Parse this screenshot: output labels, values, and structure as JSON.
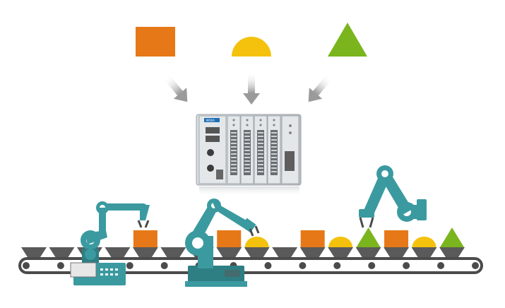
{
  "colors": {
    "orange": "#e67817",
    "yellow": "#f4c20d",
    "green": "#7ab51d",
    "teal": "#3a9aa0",
    "teal_dark": "#2e7f84",
    "belt": "#4b4b4b",
    "cup": "#5a5a5a",
    "arrow": "#9a9a9a",
    "controller_body": "#c9ced3"
  },
  "input_shapes": [
    {
      "shape": "square",
      "color": "orange"
    },
    {
      "shape": "semicircle",
      "color": "yellow"
    },
    {
      "shape": "triangle",
      "color": "green"
    }
  ],
  "controller": {
    "icon": "modular-controller-icon",
    "brand_label": "MOXA",
    "modules": 4
  },
  "conveyor": {
    "cups": [
      {
        "item": "none"
      },
      {
        "item": "none"
      },
      {
        "item": "none"
      },
      {
        "item": "none"
      },
      {
        "item": "square"
      },
      {
        "item": "none"
      },
      {
        "item": "none"
      },
      {
        "item": "square"
      },
      {
        "item": "semicircle"
      },
      {
        "item": "none"
      },
      {
        "item": "square"
      },
      {
        "item": "semicircle"
      },
      {
        "item": "triangle"
      },
      {
        "item": "square"
      },
      {
        "item": "semicircle"
      },
      {
        "item": "triangle"
      }
    ],
    "rollers": 14
  },
  "robots": [
    {
      "icon": "robot-arm-icon",
      "holding": "square",
      "with_console": true
    },
    {
      "icon": "robot-arm-icon",
      "holding": "semicircle",
      "with_console": false
    },
    {
      "icon": "robot-arm-icon",
      "holding": "triangle",
      "with_console": false
    }
  ]
}
